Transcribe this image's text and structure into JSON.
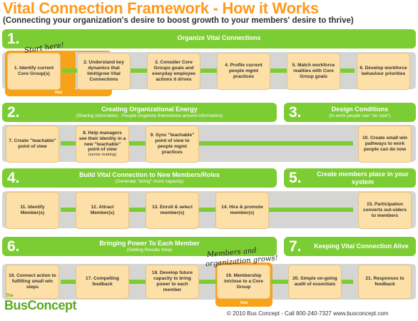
{
  "title": "Vital Connection Framework - How it Works",
  "subtitle": "(Connecting your organization's desire to boost growth to your members' desire to thrive)",
  "sections": [
    {
      "num": "1.",
      "title": "Organize Vital Connections",
      "sub": ""
    },
    {
      "num": "2.",
      "title": "Creating Organizational Energy",
      "sub": "(Sharing information - People Organize themselves around information)"
    },
    {
      "num": "3.",
      "title": "Design Conditions",
      "sub": "(to work people can \"do now\")"
    },
    {
      "num": "4.",
      "title": "Build Vital Connection to New Members/Roles",
      "sub": "(Generate \"doing\" more capacity)"
    },
    {
      "num": "5.",
      "title": "Create members place in your system",
      "sub": ""
    },
    {
      "num": "6.",
      "title": "Bringing Power To Each Member",
      "sub": "(Getting Results Now)"
    },
    {
      "num": "7.",
      "title": "Keeping Vital Connection Alive",
      "sub": ""
    }
  ],
  "steps": [
    "1. Identify current Core Group(s)",
    "2. Understand key dynamics that limit/grow Vital Connections",
    "3. Consider Core Groups goals and everyday employee actions it drives",
    "4. Profile current people mgmt practices",
    "5. Match workforce realities with Core Group goals",
    "6. Develop workforce behaviour priorities",
    "7. Create \"teachable\" point of view",
    "8. Help managers see their identity in a new \"teachable\" point of view",
    "9. Sync \"teachable\" point of view to people mgmt practices",
    "10. Create small win pathways to work people can do now",
    "11. Identify Member(s)",
    "12. Attract Member(s)",
    "13. Enroll & select member(s)",
    "14. Hire & promote member(s)",
    "15. Participation converts out-siders to members",
    "16. Connect action to fulfilling small win steps",
    "17. Compelling feedback",
    "18. Develop future capacity to bring power to each member",
    "19. Membership in/close to a Core Group",
    "20. Simple on-going audit of essentials",
    "21. Responses to feedback"
  ],
  "step8_note": "(sense making)",
  "highlight_label": "Vital",
  "annotations": {
    "start": "Start here!",
    "members_line1": "Members and",
    "members_line2": "organization grows!"
  },
  "logo": {
    "the": "The",
    "name": "BusConcept"
  },
  "footer": "© 2010 Bus Concept - Call 800-240-7327 www.busconcept.com",
  "colors": {
    "green": "#7ccd33",
    "orange": "#ff9a1a",
    "box": "#fde0a7",
    "band": "#d5d6d3"
  }
}
